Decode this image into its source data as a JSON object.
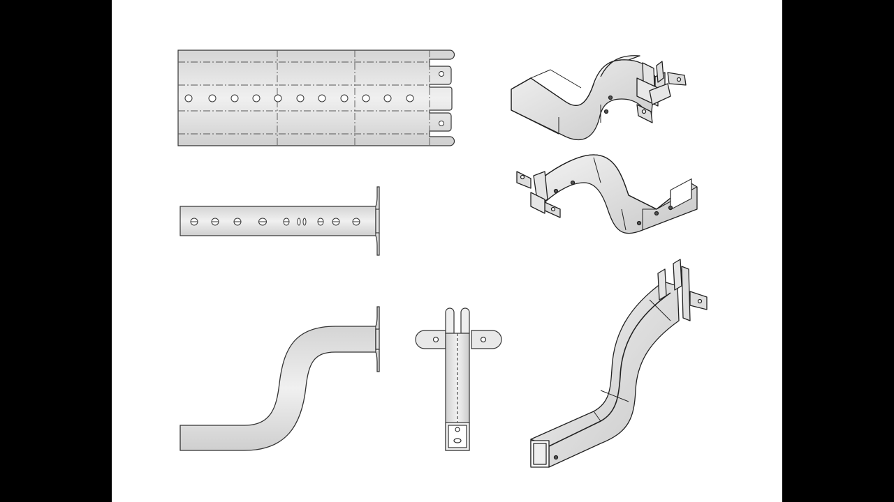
{
  "views": {
    "flat_pattern": "flat-pattern-view",
    "side_elevation": "side-elevation-view",
    "bent_profile": "bent-profile-view",
    "end_view": "end-view",
    "iso_top": "isometric-view-a",
    "iso_mid": "isometric-view-b",
    "iso_bottom": "isometric-view-c"
  },
  "colors": {
    "background": "#000000",
    "sheet": "#ffffff",
    "metal_light": "#eeeeee",
    "metal_mid": "#d8d8d8",
    "metal_dark": "#b8b8b8",
    "outline": "#333333"
  }
}
